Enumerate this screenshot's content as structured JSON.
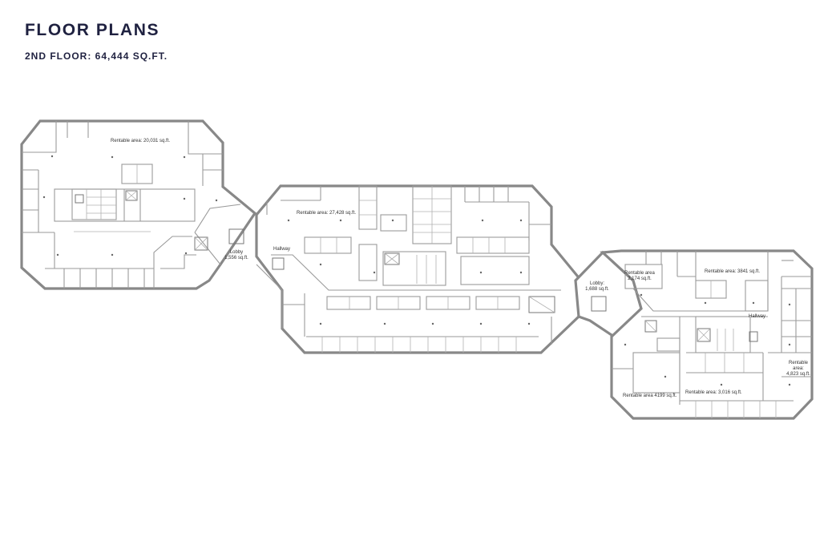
{
  "header": {
    "title": "FLOOR PLANS",
    "subtitle": "2ND FLOOR: 64,444 SQ.FT."
  },
  "labels": {
    "west_area": "Rentable area: 20,031 sq.ft.",
    "center_area": "Rentable area: 27,428 sq.ft.",
    "lobby_west_1": "Lobby",
    "lobby_west_2": "1,556 sq.ft.",
    "hallway_center": "Hallway",
    "lobby_east_1": "Lobby:",
    "lobby_east_2": "1,688 sq.ft.",
    "east_a_1": "Rentable area",
    "east_a_2": "2,174 sq.ft.",
    "east_b": "Rentable area: 3841 sq.ft.",
    "hallway_east": "Hallway",
    "east_c_1": "Rentable",
    "east_c_2": "area:",
    "east_c_3": "4,823 sq.ft.",
    "east_d": "Rentable area 4199 sq.ft.",
    "east_e": "Rentable area: 3,016 sq.ft."
  },
  "colors": {
    "heading": "#1f2140",
    "wall": "#888888"
  }
}
